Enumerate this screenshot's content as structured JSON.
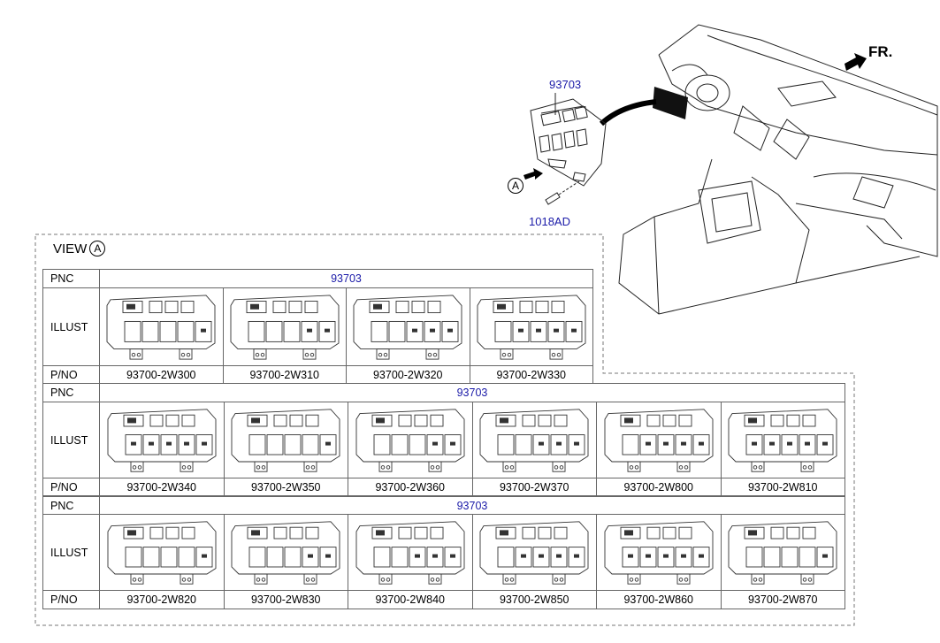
{
  "callouts": {
    "assembly": "93703",
    "screw": "1018AD",
    "front": "FR.",
    "view_marker": "A"
  },
  "view": {
    "label": "VIEW",
    "marker": "A"
  },
  "labels": {
    "pnc": "PNC",
    "illust": "ILLUST",
    "pno": "P/NO"
  },
  "groups": [
    {
      "pnc": "93703",
      "parts": [
        "93700-2W300",
        "93700-2W310",
        "93700-2W320",
        "93700-2W330"
      ]
    },
    {
      "pnc": "93703",
      "parts": [
        "93700-2W340",
        "93700-2W350",
        "93700-2W360",
        "93700-2W370",
        "93700-2W800",
        "93700-2W810"
      ]
    },
    {
      "pnc": "93703",
      "parts": [
        "93700-2W820",
        "93700-2W830",
        "93700-2W840",
        "93700-2W850",
        "93700-2W860",
        "93700-2W870"
      ]
    }
  ]
}
